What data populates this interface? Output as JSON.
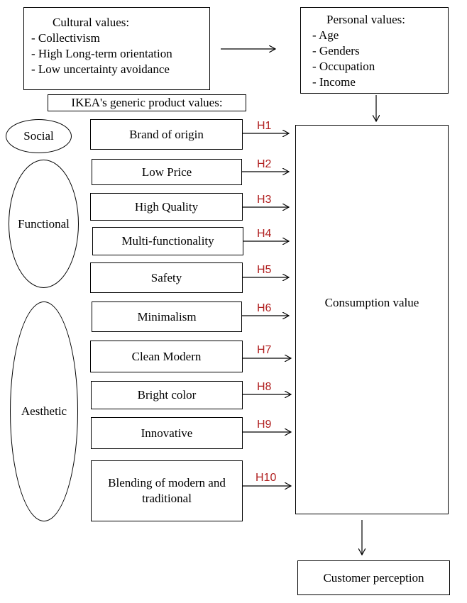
{
  "cultural": {
    "title": "Cultural values:",
    "items": [
      "- Collectivism",
      "- High Long-term orientation",
      "- Low uncertainty avoidance"
    ]
  },
  "personal": {
    "title": "Personal values:",
    "items": [
      "- Age",
      "- Genders",
      "- Occupation",
      "- Income"
    ]
  },
  "ikea_header": "IKEA's generic product values:",
  "groups": {
    "social": "Social",
    "functional": "Functional",
    "aesthetic": "Aesthetic"
  },
  "values": [
    {
      "label": "Brand of origin",
      "hyp": "H1"
    },
    {
      "label": "Low Price",
      "hyp": "H2"
    },
    {
      "label": "High Quality",
      "hyp": "H3"
    },
    {
      "label": "Multi-functionality",
      "hyp": "H4"
    },
    {
      "label": "Safety",
      "hyp": "H5"
    },
    {
      "label": "Minimalism",
      "hyp": "H6"
    },
    {
      "label": "Clean Modern",
      "hyp": "H7"
    },
    {
      "label": "Bright color",
      "hyp": "H8"
    },
    {
      "label": "Innovative",
      "hyp": "H9"
    },
    {
      "label": "Blending of modern and traditional",
      "hyp": "H10"
    }
  ],
  "consumption_value": "Consumption value",
  "customer_perception": "Customer perception",
  "colors": {
    "hypothesis": "#b01e1e",
    "line": "#000000"
  }
}
